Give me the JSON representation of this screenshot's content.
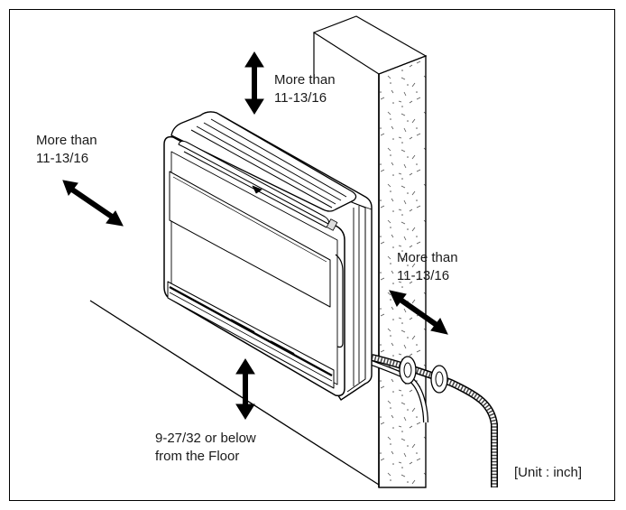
{
  "labels": {
    "top": {
      "line1": "More than",
      "line2": "11-13/16"
    },
    "left": {
      "line1": "More than",
      "line2": "11-13/16"
    },
    "right": {
      "line1": "More than",
      "line2": "11-13/16"
    },
    "bottom": {
      "line1": "9-27/32 or below",
      "line2": "from the Floor"
    },
    "unit": "[Unit : inch]"
  }
}
